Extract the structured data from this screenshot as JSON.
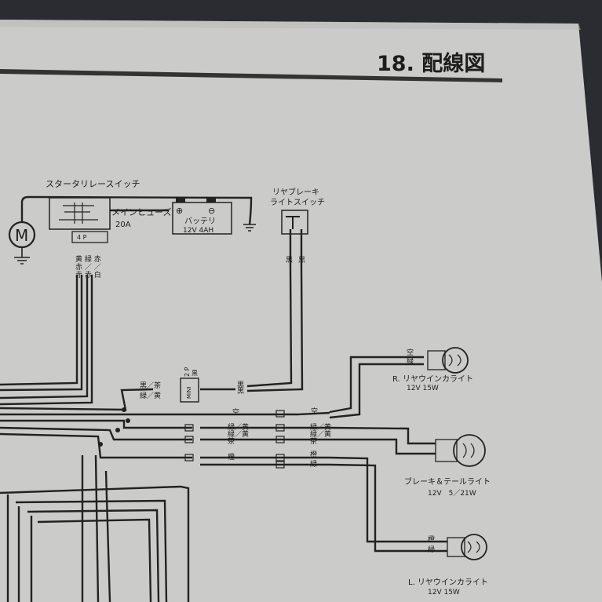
{
  "header": {
    "section_title": "18. 配線図"
  },
  "components": {
    "motor": {
      "symbol": "M"
    },
    "starter_relay": {
      "label": "スタータリレースイッチ"
    },
    "main_fuse": {
      "label": "メインヒューズ",
      "rating": "20A"
    },
    "battery": {
      "label": "バッテリ",
      "rating": "12V 4AH",
      "plus": "⊕",
      "minus": "⊖"
    },
    "rear_brake_switch": {
      "label_line1": "リヤブレーキ",
      "label_line2": "ライトスイッチ"
    },
    "connector_4p": {
      "label": "4 P"
    },
    "connector_mini_2p": {
      "label_mini": "MINI",
      "label_pins": "2 P",
      "pin_mark": "黒"
    },
    "r_winker": {
      "label": "R. リヤウインカライト",
      "rating": "12V 15W"
    },
    "brake_tail": {
      "label": "ブレーキ＆テールライト",
      "rating": "12V　5／21W"
    },
    "l_winker": {
      "label": "L. リヤウインカライト",
      "rating": "12V 15W"
    }
  },
  "wire_labels": {
    "relay_row1": "黄 緑 赤",
    "relay_row2": "赤 ／ ／",
    "relay_row3": "赤 赤 白",
    "switch_left": "黒",
    "switch_right": "黒",
    "harness_black_brown": "黒／茶",
    "harness_black_yellow": "緑／黄",
    "harness_black_1": "黒",
    "harness_black_2": "黒",
    "harness_sky_1": "空",
    "harness_sky_2": "空",
    "harness_green_yellow_1": "緑／黄",
    "harness_green_yellow_2": "緑／黄",
    "harness_green_yellow_3": "緑／黄",
    "harness_green_yellow_4": "緑／黄",
    "harness_brown_1": "茶",
    "harness_brown_2": "茶",
    "harness_orange_1": "橙",
    "harness_orange_2": "橙",
    "harness_green_1": "緑",
    "r_winker_top": "空",
    "r_winker_bottom": "緑",
    "l_winker_top": "橙",
    "l_winker_bottom": "緑"
  }
}
